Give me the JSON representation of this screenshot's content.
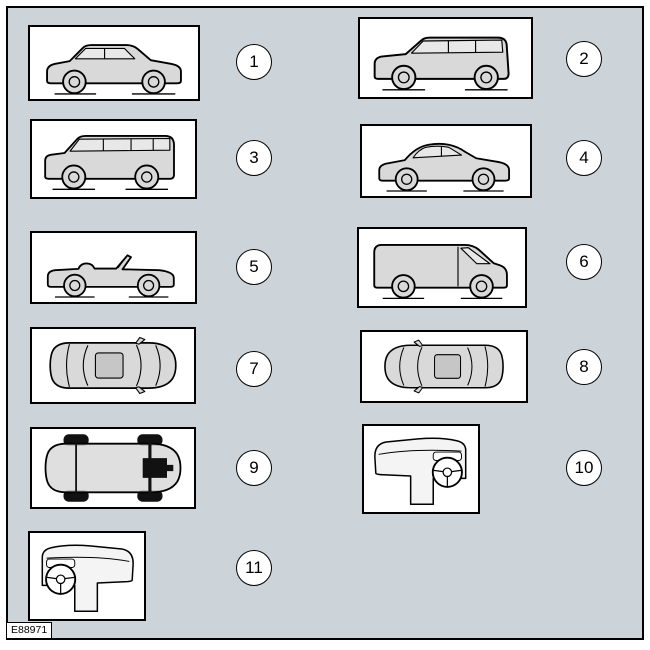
{
  "figure_code": "E88971",
  "colors": {
    "page_background": "#ffffff",
    "chart_background": "#ccd4d9",
    "panel_background": "#ffffff",
    "outline": "#000000",
    "vehicle_fill": "#d9d9d9",
    "glass_fill": "#e8e8e8",
    "sunroof_fill": "#c6c6c6"
  },
  "items": [
    {
      "number": "1",
      "icon": "sedan-side-icon"
    },
    {
      "number": "2",
      "icon": "estate-wagon-side-icon"
    },
    {
      "number": "3",
      "icon": "suv-side-icon"
    },
    {
      "number": "4",
      "icon": "coupe-side-icon"
    },
    {
      "number": "5",
      "icon": "convertible-side-icon"
    },
    {
      "number": "6",
      "icon": "van-side-icon"
    },
    {
      "number": "7",
      "icon": "car-top-view-icon"
    },
    {
      "number": "8",
      "icon": "car-top-view-mirrored-icon"
    },
    {
      "number": "9",
      "icon": "chassis-top-view-icon"
    },
    {
      "number": "10",
      "icon": "dashboard-rhd-icon"
    },
    {
      "number": "11",
      "icon": "dashboard-lhd-icon"
    }
  ]
}
